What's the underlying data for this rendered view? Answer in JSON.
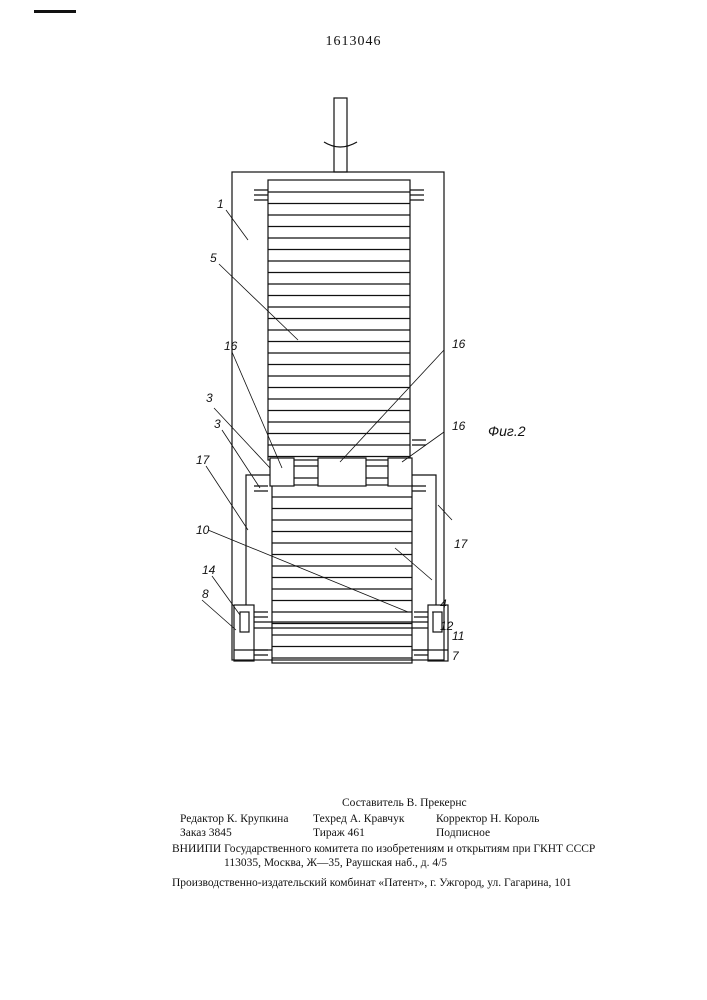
{
  "document": {
    "number": "1613046",
    "figure_label": "Фиг.2"
  },
  "callouts": {
    "c1": "1",
    "c5": "5",
    "c16a": "16",
    "c16b": "16",
    "c16c": "16",
    "c3a": "3",
    "c3b": "3",
    "c17a": "17",
    "c17b": "17",
    "c10": "10",
    "c14": "14",
    "c8": "8",
    "c4": "4",
    "c12": "12",
    "c11": "11",
    "c7": "7"
  },
  "footer": {
    "compiler": "Составитель В. Прекернс",
    "editor": "Редактор К. Крупкина",
    "techred": "Техред А. Кравчук",
    "corrector": "Корректор Н. Король",
    "order": "Заказ 3845",
    "circulation": "Тираж 461",
    "subscription": "Подписное",
    "institute": "ВНИИПИ Государственного комитета по изобретениям и открытиям при ГКНТ СССР",
    "address": "113035, Москва, Ж—35, Раушская наб., д. 4/5",
    "publisher": "Производственно-издательский комбинат «Патент», г. Ужгород, ул. Гагарина, 101"
  }
}
